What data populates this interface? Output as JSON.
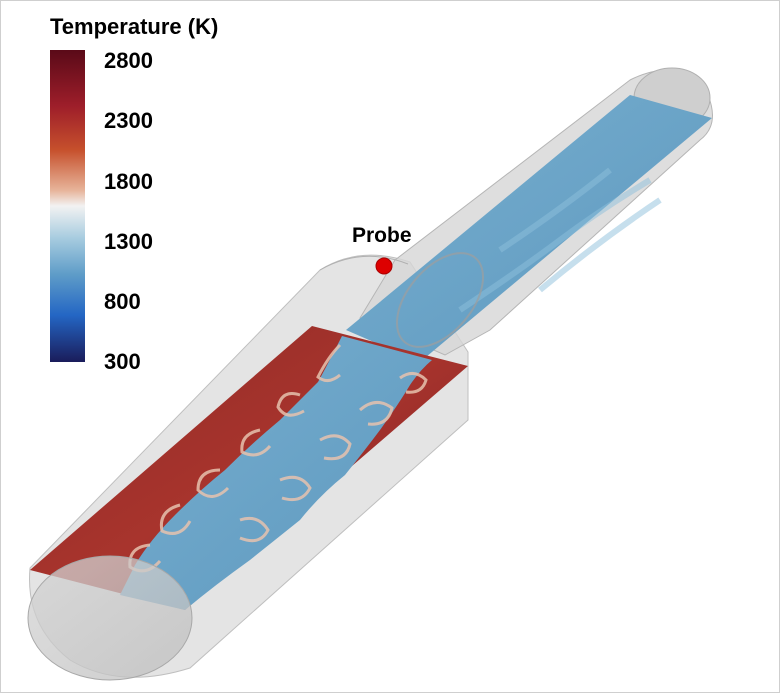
{
  "colorbar": {
    "title": "Temperature (K)",
    "ticks": [
      "2800",
      "2300",
      "1800",
      "1300",
      "800",
      "300"
    ],
    "colormap": "diverging blue-white-red",
    "colors": {
      "min": "#1a1c5a",
      "low": "#2f6ec0",
      "mid_low": "#7fb0d6",
      "mid": "#f2f2f2",
      "mid_high": "#e2a585",
      "high": "#b23a2c",
      "max": "#5a0a18"
    }
  },
  "probe": {
    "label": "Probe",
    "color": "#dd0000"
  },
  "scene": {
    "cold_fluid_color": "#6fa6c8",
    "hot_fluid_color": "#9a2e2a",
    "flame_edge_color": "#e8c7b4",
    "tube_color": "#c8c8c8"
  }
}
